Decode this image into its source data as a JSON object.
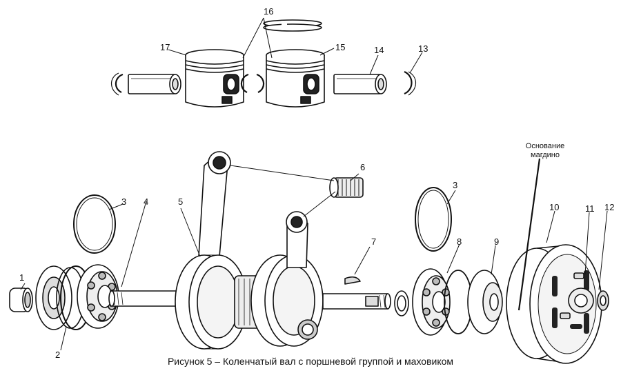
{
  "figure": {
    "caption": "Рисунок 5 – Коленчатый вал с поршневой группой и маховиком",
    "magneto_label": [
      "Основание",
      "магдино"
    ]
  },
  "callouts": [
    "1",
    "2",
    "3",
    "4",
    "5",
    "6",
    "7",
    "8",
    "3",
    "9",
    "10",
    "11",
    "12",
    "13",
    "14",
    "15",
    "16",
    "17"
  ],
  "colors": {
    "line": "#111111",
    "fill": "#ffffff",
    "shade": "#9a9a9a",
    "dark": "#2a2a2a"
  }
}
